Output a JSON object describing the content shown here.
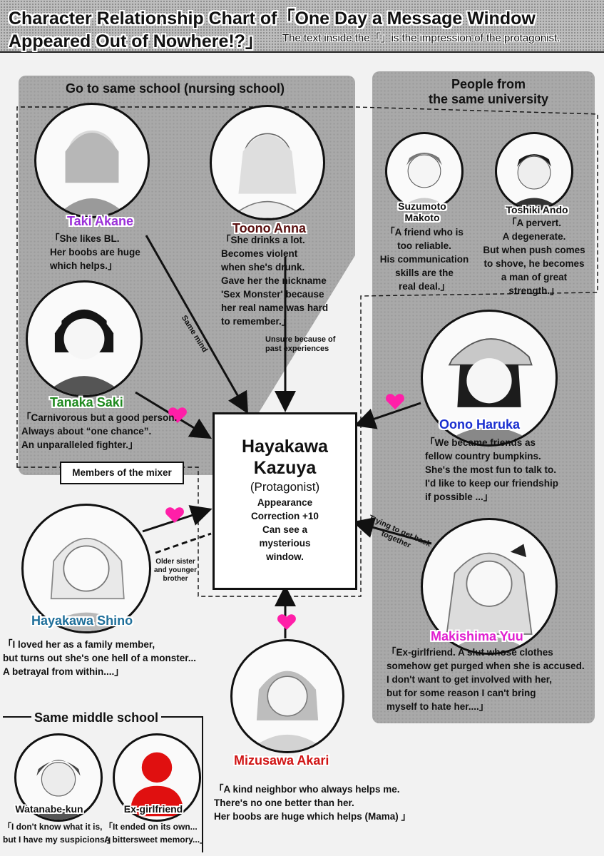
{
  "header": {
    "title_line1": "Character Relationship Chart of「One Day a Message Window",
    "title_line2": "Appeared Out of Nowhere!?」",
    "subtitle": "The text inside the「」is the impression of the protagonist."
  },
  "groups": {
    "school": "Go to same school  (nursing school)",
    "university_line1": "People from",
    "university_line2": "the same university",
    "mixer": "Members of the mixer",
    "middle_school": "Same middle school"
  },
  "protagonist": {
    "name_line1": "Hayakawa",
    "name_line2": "Kazuya",
    "role": "(Protagonist)",
    "info": [
      "Appearance",
      "Correction +10",
      "Can see a",
      "mysterious",
      "window."
    ]
  },
  "characters": {
    "taki": {
      "name": "Taki Akane",
      "color": "#9b30d9",
      "desc": [
        "「She likes BL.",
        "Her boobs are huge",
        "which helps.」"
      ]
    },
    "toono": {
      "name": "Toono Anna",
      "color": "#5a1010",
      "desc": [
        "「She drinks a lot.",
        "Becomes violent",
        "when she's drunk.",
        "Gave her the nickname",
        "'Sex Monster' because",
        "her real name was hard",
        "to remember.」"
      ]
    },
    "tanaka": {
      "name": "Tanaka Saki",
      "color": "#1f8a1f",
      "desc": [
        "「Carnivorous but a good person.",
        "Always about “one chance”.",
        "An unparalleled fighter.」"
      ]
    },
    "suzumoto": {
      "name_line1": "Suzumoto",
      "name_line2": "Makoto",
      "desc": [
        "「A friend who is",
        "too reliable.",
        "His communication",
        "skills are the",
        "real deal.」"
      ]
    },
    "toshiki": {
      "name": "Toshiki Ando",
      "desc": [
        "「A pervert.",
        "A degenerate.",
        "But when push comes",
        "to shove, he becomes",
        "a man of great",
        "strength.」"
      ]
    },
    "oono": {
      "name": "Oono Haruka",
      "color": "#1a2fd0",
      "desc": [
        "「We became friends as",
        "fellow country bumpkins.",
        "She's the most fun to talk to.",
        "I'd like to keep our  friendship",
        "if possible ...」"
      ]
    },
    "shino": {
      "name": "Hayakawa Shino",
      "color": "#1f6f9a",
      "desc": [
        "「I loved her as a family member,",
        "but turns out she's one hell of a monster...",
        "A betrayal from within....」"
      ]
    },
    "makishima": {
      "name": "Makishima Yuu",
      "color": "#e020d0",
      "desc": [
        "「Ex-girlfriend. A slut whose clothes",
        "somehow get purged when she is accused.",
        "I don't want to get involved with her,",
        "but for some reason I can't bring",
        "myself to hate her....」"
      ]
    },
    "mizusawa": {
      "name": "Mizusawa Akari",
      "color": "#d01515",
      "desc": [
        "「A kind neighbor who always helps me.",
        "There's no one better than her.",
        "Her boobs are huge which helps (Mama) 」"
      ]
    },
    "watanabe": {
      "name": "Watanabe-kun",
      "desc": [
        "「I don't know what it is,",
        "but I have my suspicions.」"
      ]
    },
    "exgf": {
      "name": "Ex-girlfriend",
      "desc": [
        "「It ended on its own...",
        "A bittersweet memory...」"
      ]
    }
  },
  "edges": {
    "same_mind": "Same mind",
    "unsure_line1": "Unsure because of",
    "unsure_line2": "past experiences",
    "sister_line1": "Older sister",
    "sister_line2": "and younger",
    "sister_line3": "brother",
    "trying_line1": "Trying to get back",
    "trying_line2": "together"
  },
  "colors": {
    "heart": "#ff1fa8",
    "group_fill": "#a9a9a9",
    "silhouette": "#e01010"
  }
}
